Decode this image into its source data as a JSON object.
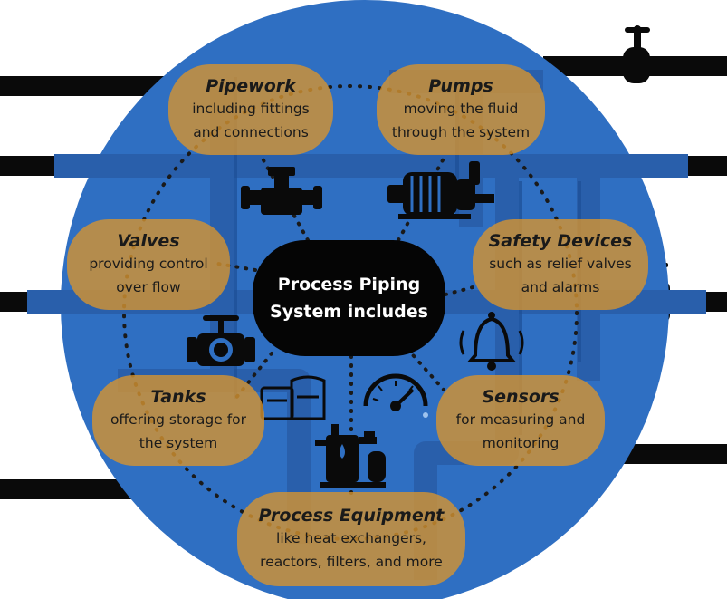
{
  "center": {
    "line1": "Process Piping",
    "line2": "System includes"
  },
  "nodes": {
    "pipework": {
      "title": "Pipework",
      "line1": "including fittings",
      "line2": "and connections"
    },
    "pumps": {
      "title": "Pumps",
      "line1": "moving the fluid",
      "line2": "through the system"
    },
    "valves": {
      "title": "Valves",
      "line1": "providing control",
      "line2": "over flow"
    },
    "safety": {
      "title": "Safety Devices",
      "line1": "such as relief valves",
      "line2": "and alarms"
    },
    "tanks": {
      "title": "Tanks",
      "line1": "offering storage for",
      "line2": "the system"
    },
    "sensors": {
      "title": "Sensors",
      "line1": "for measuring and",
      "line2": "monitoring"
    },
    "equipment": {
      "title": "Process Equipment",
      "line1": "like heat exchangers,",
      "line2": "reactors, filters, and more"
    }
  },
  "colors": {
    "circle": "#2f6fc2",
    "pipe": "#0a0a0a",
    "node": "#d69430",
    "center": "#050505",
    "dots": "#1a1a1a"
  },
  "icons": [
    "pipe-fitting-icon",
    "pump-icon",
    "valve-icon",
    "alarm-bell-icon",
    "storage-tanks-icon",
    "pressure-gauge-icon",
    "process-equipment-icon",
    "faucet-valve-icon"
  ]
}
